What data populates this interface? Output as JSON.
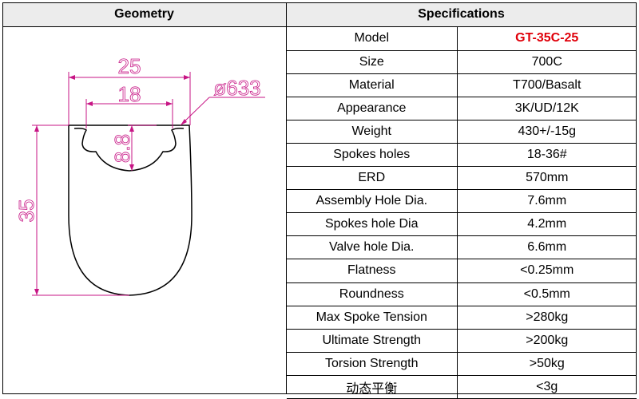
{
  "headers": {
    "geometry": "Geometry",
    "specifications": "Specifications"
  },
  "dimensions": {
    "width_outer": "25",
    "width_inner": "18",
    "diameter": "ø633",
    "depth_inner": "8.8",
    "height": "35"
  },
  "colors": {
    "dimension": "#c71585",
    "model_highlight": "#e0000a",
    "header_bg": "#ececec"
  },
  "specs": [
    {
      "label": "Model",
      "value": "GT-35C-25"
    },
    {
      "label": "Size",
      "value": "700C"
    },
    {
      "label": "Material",
      "value": "T700/Basalt"
    },
    {
      "label": "Appearance",
      "value": "3K/UD/12K"
    },
    {
      "label": "Weight",
      "value": "430+/-15g"
    },
    {
      "label": "Spokes holes",
      "value": "18-36#"
    },
    {
      "label": "ERD",
      "value": "570mm"
    },
    {
      "label": "Assembly Hole Dia.",
      "value": "7.6mm"
    },
    {
      "label": "Spokes hole Dia",
      "value": "4.2mm"
    },
    {
      "label": "Valve hole Dia.",
      "value": "6.6mm"
    },
    {
      "label": "Flatness",
      "value": "<0.25mm"
    },
    {
      "label": "Roundness",
      "value": "<0.5mm"
    },
    {
      "label": "Max Spoke Tension",
      "value": ">280kg"
    },
    {
      "label": "Ultimate Strength",
      "value": ">200kg"
    },
    {
      "label": "Torsion Strength",
      "value": ">50kg"
    },
    {
      "label": "动态平衡",
      "value": "<3g"
    }
  ]
}
